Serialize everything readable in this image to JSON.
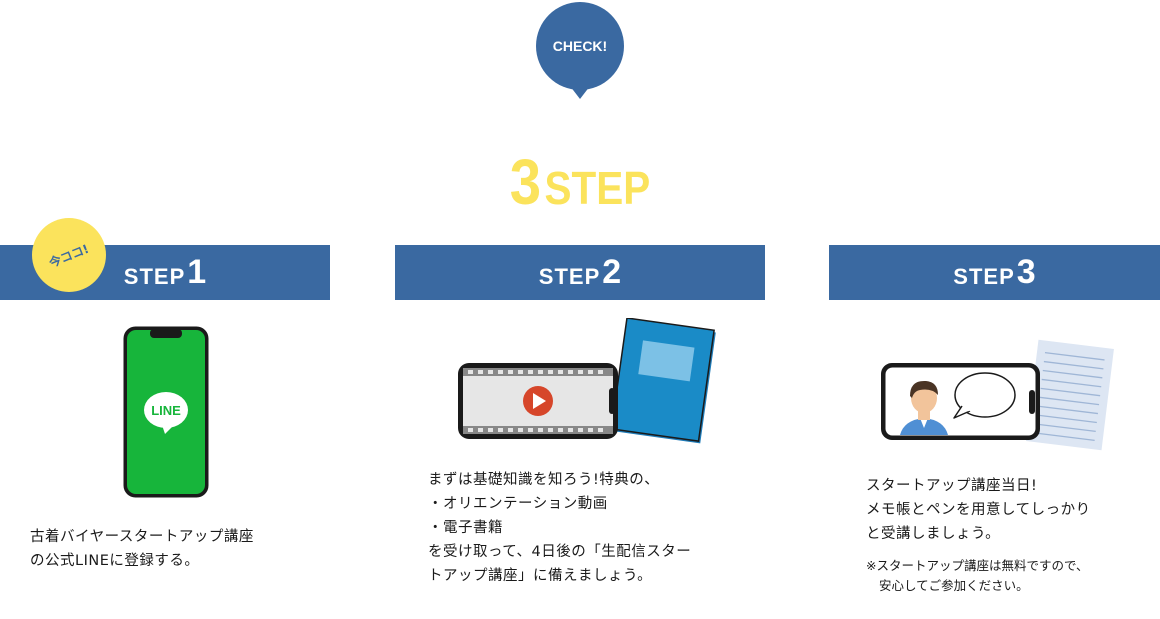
{
  "check": {
    "label": "CHECK!"
  },
  "title": {
    "number": "3",
    "word": "STEP"
  },
  "badge": {
    "label": "今ココ!"
  },
  "steps": [
    {
      "label": "STEP",
      "number": "1",
      "icon": "smartphone-line-app-icon",
      "line_logo_text": "LINE",
      "lines": [
        "古着バイヤースタートアップ講座",
        "の公式LINEに登録する。"
      ]
    },
    {
      "label": "STEP",
      "number": "2",
      "icon": "video-and-ebook-icon",
      "lines": [
        "まずは基礎知識を知ろう!特典の、",
        "・オリエンテーション動画",
        "・電子書籍",
        "を受け取って、4日後の「生配信スター",
        "トアップ講座」に備えましょう。"
      ]
    },
    {
      "label": "STEP",
      "number": "3",
      "icon": "live-stream-and-memo-icon",
      "lines": [
        "スタートアップ講座当日!",
        "メモ帳とペンを用意してしっかり",
        "と受講しましょう。"
      ],
      "note_lines": [
        "※スタートアップ講座は無料ですので、",
        "安心してご参加ください。"
      ]
    }
  ],
  "colors": {
    "brand_blue": "#3a69a1",
    "accent_yellow": "#fbe35c",
    "line_green": "#17b53b",
    "book_blue": "#1a8bc7"
  }
}
